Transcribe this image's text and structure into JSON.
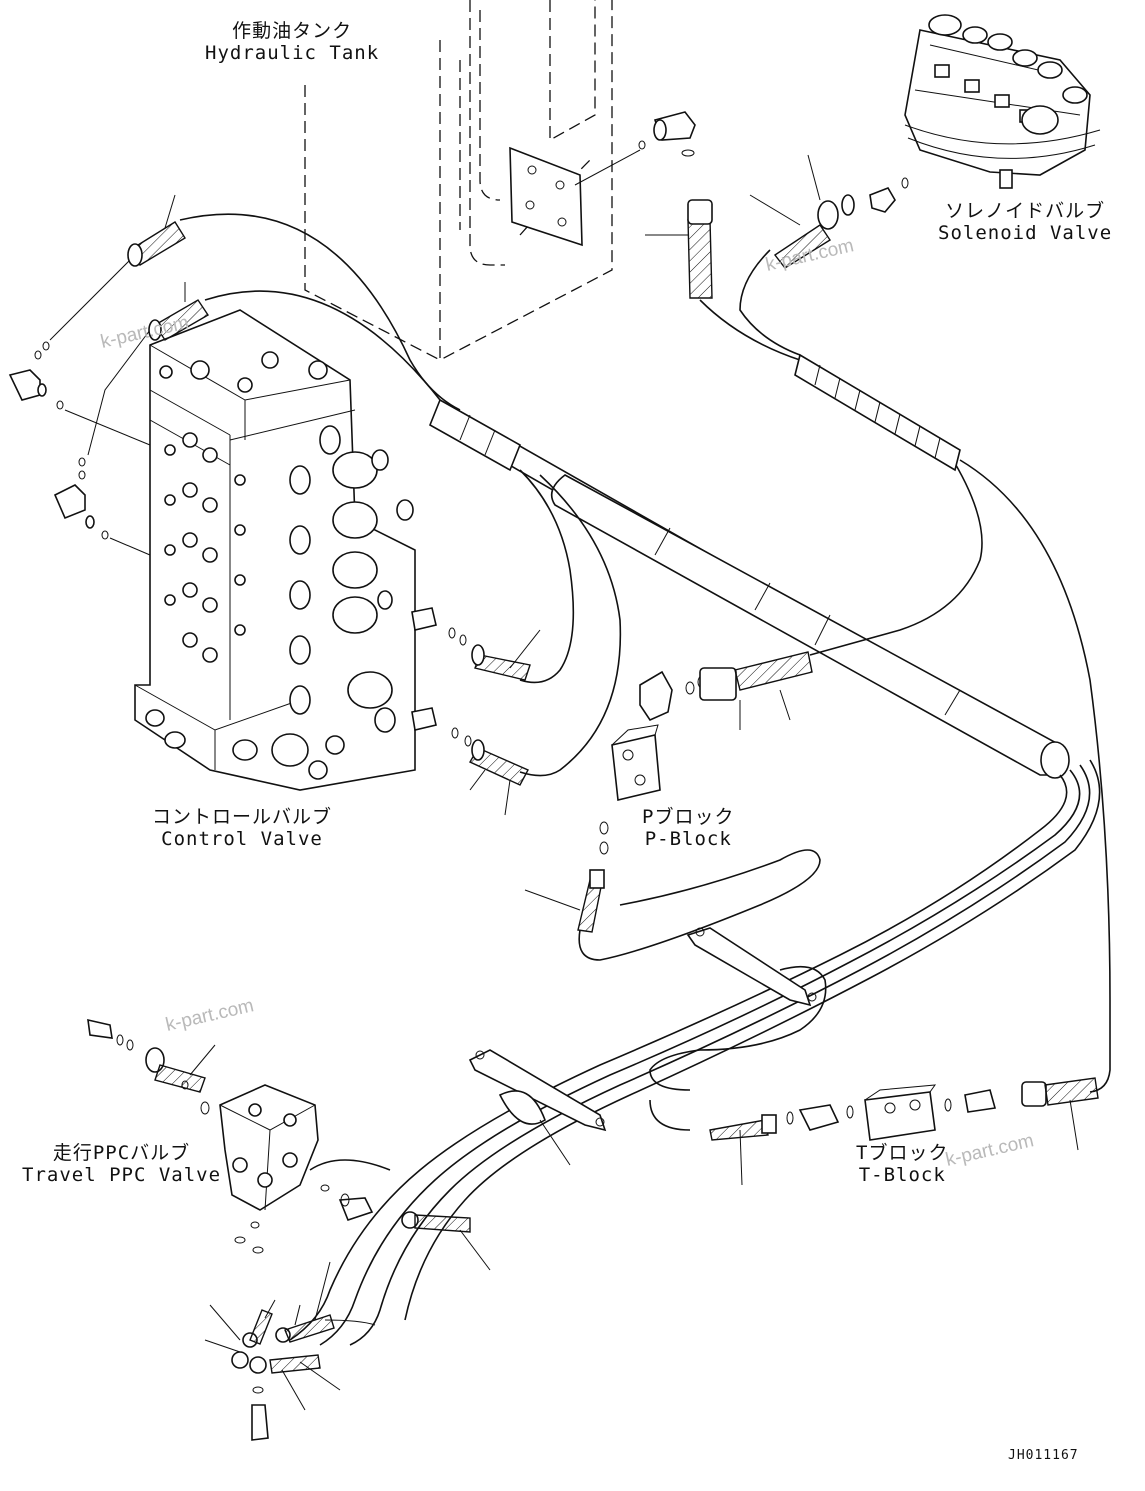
{
  "labels": {
    "hydraulic_tank": {
      "jp": "作動油タンク",
      "en": "Hydraulic Tank"
    },
    "solenoid_valve": {
      "jp": "ソレノイドバルブ",
      "en": "Solenoid Valve"
    },
    "control_valve": {
      "jp": "コントロールバルブ",
      "en": "Control Valve"
    },
    "p_block": {
      "jp": "Pブロック",
      "en": "P-Block"
    },
    "travel_ppc_valve": {
      "jp": "走行PPCバルブ",
      "en": "Travel PPC Valve"
    },
    "t_block": {
      "jp": "Tブロック",
      "en": "T-Block"
    }
  },
  "watermark": "k-part.com",
  "drawing_code": "JH011167"
}
